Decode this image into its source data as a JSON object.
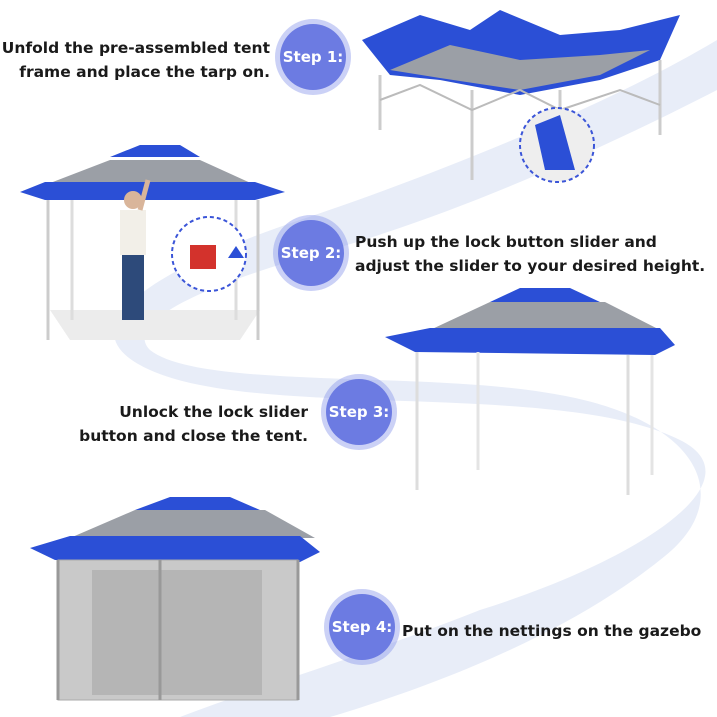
{
  "steps": [
    {
      "label": "Step 1:",
      "line1": "Unfold the pre-assembled tent",
      "line2": "frame and place the tarp on."
    },
    {
      "label": "Step 2:",
      "line1": "Push up the lock button slider and",
      "line2": "adjust the slider to your desired height."
    },
    {
      "label": "Step 3:",
      "line1": "Unlock the lock slider",
      "line2": "button and close the tent."
    },
    {
      "label": "Step 4:",
      "line1": "Put on the nettings on the gazebo"
    }
  ],
  "colors": {
    "step_circle": "#6c7be2",
    "canopy_blue": "#2b4fd6",
    "canopy_gray": "#9b9fa6",
    "path": "#e8edf8"
  }
}
